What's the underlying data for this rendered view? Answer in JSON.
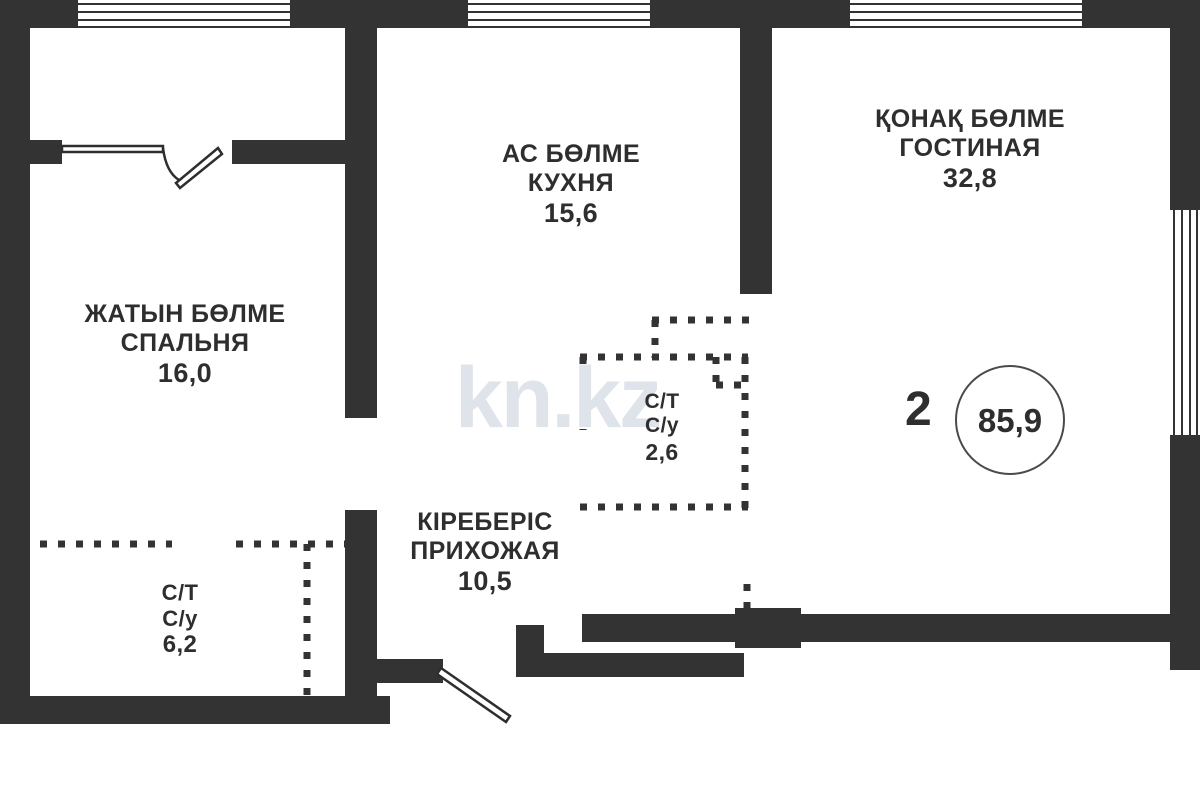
{
  "plan": {
    "type": "apartment-floor-plan",
    "rooms_count": "2",
    "total_area": "85,9",
    "watermark": "kn.kz",
    "wall_color": "#333333",
    "text_color": "#2e2e2e",
    "background_color": "#ffffff",
    "rooms": [
      {
        "id": "living-room",
        "name_kz": "ҚОНАҚ БӨЛМЕ",
        "name_ru": "ГОСТИНАЯ",
        "area": "32,8"
      },
      {
        "id": "kitchen",
        "name_kz": "АС БӨЛМЕ",
        "name_ru": "КУХНЯ",
        "area": "15,6"
      },
      {
        "id": "bedroom",
        "name_kz": "ЖАТЫН БӨЛМЕ",
        "name_ru": "СПАЛЬНЯ",
        "area": "16,0"
      },
      {
        "id": "hallway",
        "name_kz": "КІРЕБЕРІС",
        "name_ru": "ПРИХОЖАЯ",
        "area": "10,5"
      },
      {
        "id": "bathroom-large",
        "name_kz": "С/Т",
        "name_ru": "С/у",
        "area": "6,2"
      },
      {
        "id": "bathroom-small",
        "name_kz": "С/Т",
        "name_ru": "С/у",
        "area": "2,6"
      }
    ]
  }
}
